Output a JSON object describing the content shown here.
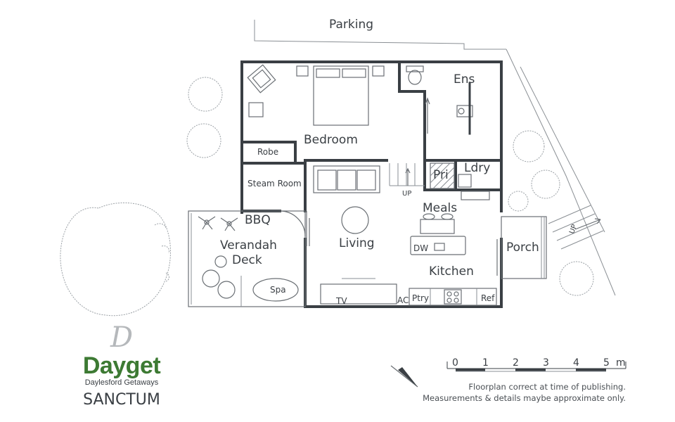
{
  "rooms": {
    "parking": "Parking",
    "bedroom": "Bedroom",
    "ensuite": "Ens",
    "robe": "Robe",
    "steam_room": "Steam Room",
    "pri": "Pri",
    "laundry": "Ldry",
    "bbq": "BBQ",
    "verandah_deck": [
      "Verandah",
      "Deck"
    ],
    "spa": "Spa",
    "living": "Living",
    "meals": "Meals",
    "kitchen": "Kitchen",
    "porch": "Porch"
  },
  "fixtures": {
    "tv": "TV",
    "ac": "AC",
    "pantry": "Ptry",
    "fridge": "Ref",
    "dishwasher": "DW",
    "stairs_up": "UP",
    "porch_stairs_up": "UP"
  },
  "scale_bar": {
    "ticks": [
      "0",
      "1",
      "2",
      "3",
      "4",
      "5"
    ],
    "unit": "m"
  },
  "brand": {
    "monogram": "D",
    "name": "Dayget",
    "tagline": "Daylesford Getaways",
    "property": "SANCTUM"
  },
  "disclaimer": [
    "Floorplan correct at time of publishing.",
    "Measurements & details maybe approximate only."
  ],
  "colors": {
    "walls": "#3a3f44",
    "brand_green": "#3d7a33",
    "monogram_grey": "#b5b8bb"
  },
  "icons": [
    "north-arrow-icon",
    "tree-icon",
    "shrub-icon",
    "toilet-icon",
    "basin-icon",
    "stove-icon",
    "armchair-icon",
    "sofa-icon",
    "bed-icon"
  ]
}
